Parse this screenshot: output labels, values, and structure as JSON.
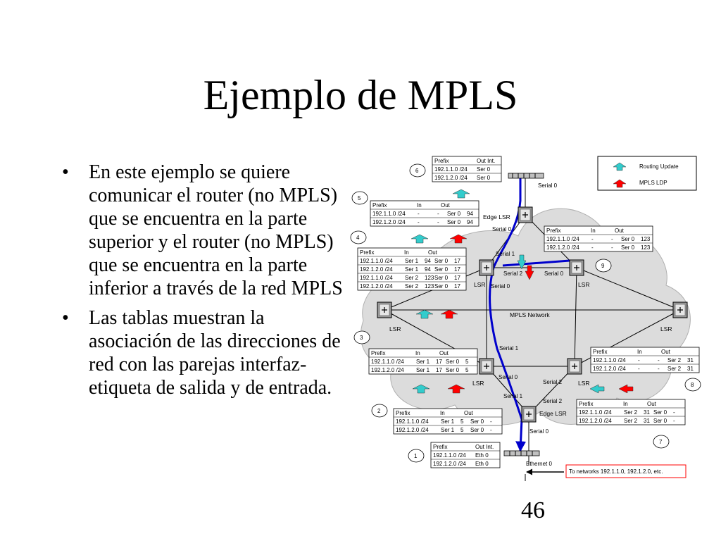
{
  "slide": {
    "title": "Ejemplo de MPLS",
    "page_number": "46",
    "bullets": [
      "En este ejemplo se quiere comunicar el router (no MPLS) que se encuentra en la parte superior y el router (no MPLS) que se encuentra en la parte inferior a través de la red MPLS",
      "Las tablas muestran la asociación de las direcciones de red con las parejas interfaz-etiqueta de salida y de entrada."
    ]
  },
  "diagram": {
    "legend": {
      "routing_update": "Routing Update",
      "mpls_ldp": "MPLS LDP"
    },
    "cloud_label": "MPLS Network",
    "network_note": "To networks 192.1.1.0, 192.1.2.0, etc.",
    "colors": {
      "routing_update": "#33cccc",
      "mpls_ldp": "#ff0000",
      "path": "#0000cc",
      "cloud": "#dcdcdc",
      "note_border": "#ff0000"
    },
    "node_labels": {
      "edge_top": "Edge LSR",
      "edge_bottom": "Edge LSR",
      "lsr_left": "LSR",
      "lsr_right": "LSR",
      "lsr_upper_left": "LSR",
      "lsr_upper_right": "LSR",
      "lsr_lower_left": "LSR",
      "lsr_lower_right": "LSR"
    },
    "ports": {
      "top_serial0": "Serial 0",
      "edge_top_serial0": "Serial 0",
      "ul_serial1": "Serial 1",
      "ul_serial2": "Serial 2",
      "ul_serial0": "Serial 0",
      "ur_serial0": "Serial 0",
      "ll_serial1": "Serial 1",
      "ll_serial0": "Serial 0",
      "lr_serial2": "Serial 2",
      "lr_serial2b": "Serial 2",
      "eb_serial1": "Serial 1",
      "eb_serial0": "Serial 0",
      "ethernet0": "Ethernet 0"
    },
    "steps": [
      "1",
      "2",
      "3",
      "4",
      "5",
      "6",
      "7",
      "8",
      "9"
    ],
    "tables": {
      "t6": {
        "headers": [
          "Prefix",
          "Out Int."
        ],
        "rows": [
          [
            "192.1.1.0 /24",
            "Ser 0"
          ],
          [
            "192.1.2.0 /24",
            "Ser 0"
          ]
        ]
      },
      "t5": {
        "headers": [
          "Prefix",
          "In",
          "Out"
        ],
        "rows": [
          [
            "192.1.1.0 /24",
            "-",
            "-",
            "Ser 0",
            "94"
          ],
          [
            "192.1.2.0 /24",
            "-",
            "-",
            "Ser 0",
            "94"
          ]
        ]
      },
      "t4": {
        "headers": [
          "Prefix",
          "In",
          "Out"
        ],
        "rows": [
          [
            "192.1.1.0 /24",
            "Ser 1",
            "94",
            "Ser 0",
            "17"
          ],
          [
            "192.1.2.0 /24",
            "Ser 1",
            "94",
            "Ser 0",
            "17"
          ],
          [
            "192.1.1.0 /24",
            "Ser 2",
            "123",
            "Ser 0",
            "17"
          ],
          [
            "192.1.2.0 /24",
            "Ser 2",
            "123",
            "Ser 0",
            "17"
          ]
        ]
      },
      "t9": {
        "headers": [
          "Prefix",
          "In",
          "Out"
        ],
        "rows": [
          [
            "192.1.1.0 /24",
            "-",
            "-",
            "Ser 0",
            "123"
          ],
          [
            "192.1.2.0 /24",
            "-",
            "-",
            "Ser 0",
            "123"
          ]
        ]
      },
      "t3": {
        "headers": [
          "Prefix",
          "In",
          "Out"
        ],
        "rows": [
          [
            "192.1.1.0 /24",
            "Ser 1",
            "17",
            "Ser 0",
            "5"
          ],
          [
            "192.1.2.0 /24",
            "Ser 1",
            "17",
            "Ser 0",
            "5"
          ]
        ]
      },
      "t8": {
        "headers": [
          "Prefix",
          "In",
          "Out"
        ],
        "rows": [
          [
            "192.1.1.0 /24",
            "-",
            "-",
            "Ser 2",
            "31"
          ],
          [
            "192.1.2.0 /24",
            "-",
            "-",
            "Ser 2",
            "31"
          ]
        ]
      },
      "t2": {
        "headers": [
          "Prefix",
          "In",
          "Out"
        ],
        "rows": [
          [
            "192.1.1.0 /24",
            "Ser 1",
            "5",
            "Ser 0",
            "-"
          ],
          [
            "192.1.2.0 /24",
            "Ser 1",
            "5",
            "Ser 0",
            "-"
          ]
        ]
      },
      "t7": {
        "headers": [
          "Prefix",
          "In",
          "Out"
        ],
        "rows": [
          [
            "192.1.1.0 /24",
            "Ser 2",
            "31",
            "Ser 0",
            "-"
          ],
          [
            "192.1.2.0 /24",
            "Ser 2",
            "31",
            "Ser 0",
            "-"
          ]
        ]
      },
      "t1": {
        "headers": [
          "Prefix",
          "Out Int."
        ],
        "rows": [
          [
            "192.1.1.0 /24",
            "Eth 0"
          ],
          [
            "192.1.2.0 /24",
            "Eth 0"
          ]
        ]
      }
    }
  }
}
